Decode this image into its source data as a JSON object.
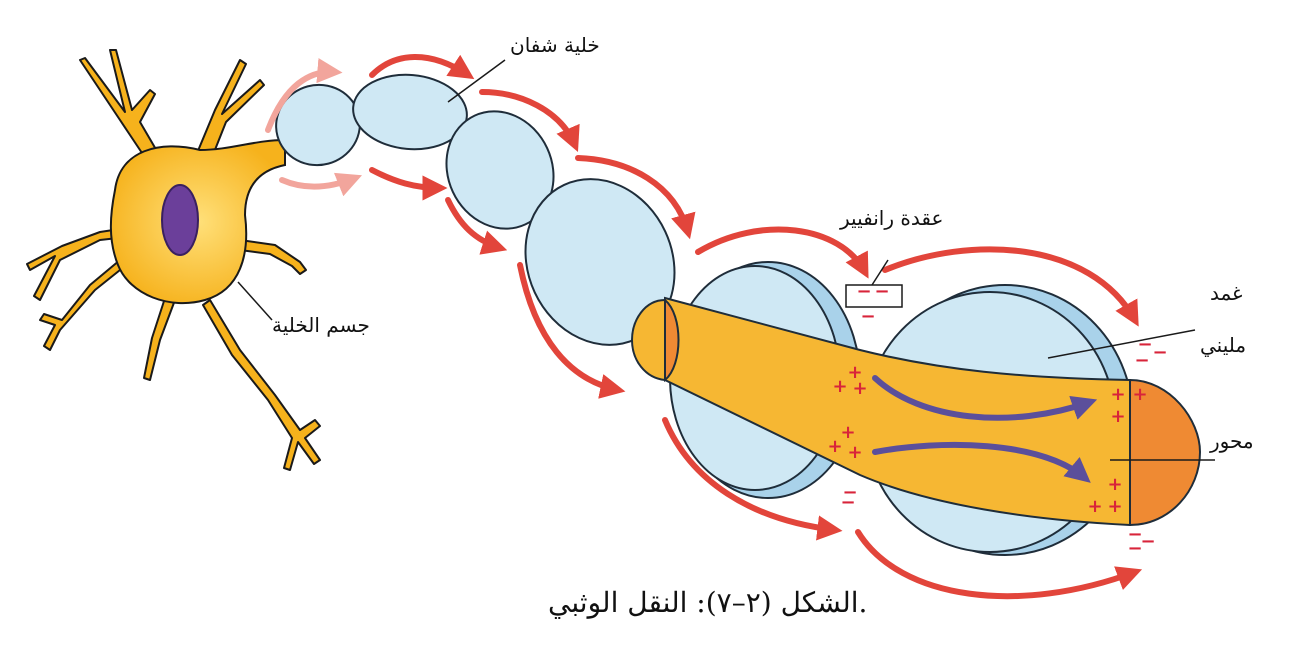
{
  "figure": {
    "caption": "الشكل (٢–٧): النقل الوثبي.",
    "labels": {
      "schwann_cell": "خلية شفان",
      "cell_body": "جسم الخلية",
      "node_of_ranvier": "عقدة رانفيير",
      "myelin_sheath_line1": "غمد",
      "myelin_sheath_line2": "مليني",
      "axon": "محور"
    },
    "charge_symbols": {
      "positive": "+",
      "negative": "−"
    },
    "colors": {
      "neuron_body": "#f6b21c",
      "nucleus": "#6b3f9a",
      "myelin": "#cfe8f4",
      "myelin_edge": "#1f2d3a",
      "axon": "#f6b733",
      "axon_end": "#ef8a33",
      "signal_arrow": "#e2453b",
      "faded_arrow": "#f2a59c",
      "current_arrow": "#5b4f9b",
      "charge_sign": "#d8243a"
    }
  }
}
